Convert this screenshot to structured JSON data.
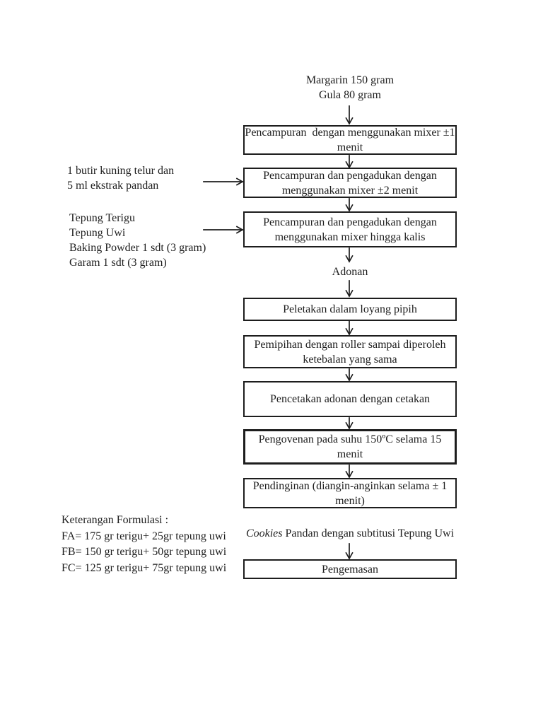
{
  "flow": {
    "top_inputs": [
      "Margarin 150 gram",
      "Gula 80 gram"
    ],
    "steps": [
      {
        "lines": [
          "Pencampuran  dengan menggunakan mixer ±1",
          "menit"
        ]
      },
      {
        "lines": [
          "Pencampuran dan pengadukan dengan",
          "menggunakan mixer ±2 menit"
        ]
      },
      {
        "lines": [
          "Pencampuran dan pengadukan dengan",
          "menggunakan mixer hingga kalis"
        ]
      },
      {
        "lines": [
          "Peletakan dalam loyang pipih"
        ]
      },
      {
        "lines": [
          "Pemipihan dengan roller sampai diperoleh",
          "ketebalan yang sama"
        ]
      },
      {
        "lines": [
          "Pencetakan adonan dengan cetakan"
        ]
      },
      {
        "lines": [
          "Pengovenan pada suhu 150ºC selama 15",
          "menit"
        ]
      },
      {
        "lines": [
          "Pendinginan (diangin-anginkan selama ± 1",
          "menit)"
        ]
      },
      {
        "lines": [
          "Pengemasan"
        ]
      }
    ],
    "intermediate_labels": {
      "adonan": "Adonan",
      "cookies_italic": "Cookies",
      "cookies_rest": " Pandan dengan subtitusi Tepung Uwi"
    }
  },
  "side_notes": {
    "egg_pandan": {
      "lines": [
        "1 butir kuning telur dan",
        "5 ml ekstrak pandan"
      ]
    },
    "dry_ingredients": {
      "lines": [
        "Tepung Terigu",
        "Tepung Uwi",
        "Baking Powder 1 sdt (3 gram)",
        "Garam 1 sdt (3 gram)"
      ]
    },
    "formulation": {
      "lines": [
        "Keterangan Formulasi :",
        "FA= 175 gr terigu+ 25gr tepung uwi",
        "FB= 150 gr terigu+ 50gr tepung uwi",
        "FC= 125 gr terigu+ 75gr tepung uwi"
      ]
    }
  },
  "colors": {
    "background": "#ffffff",
    "ink": "#1d1d1d"
  }
}
